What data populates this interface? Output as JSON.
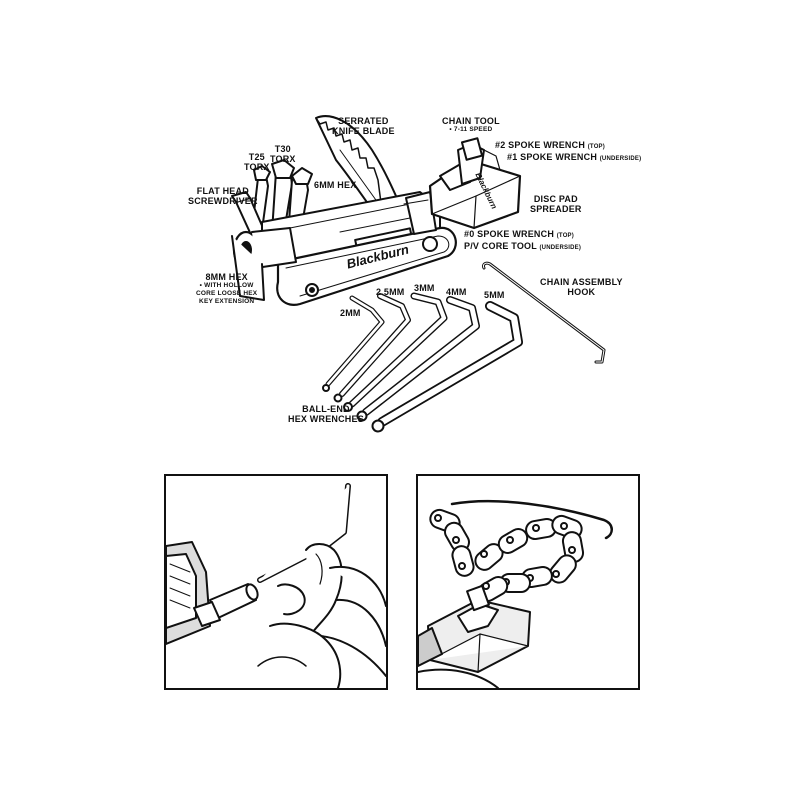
{
  "diagram": {
    "brand_logo": "Blackburn",
    "labels": {
      "serrated_knife_blade": [
        "SERRATED",
        "KNIFE BLADE"
      ],
      "chain_tool": "CHAIN TOOL",
      "chain_tool_note": "• 7-11 SPEED",
      "spoke_wrench_2": "#2 SPOKE WRENCH",
      "spoke_wrench_2_note": "(TOP)",
      "spoke_wrench_1": "#1 SPOKE WRENCH",
      "spoke_wrench_1_note": "(UNDERSIDE)",
      "t25_torx": [
        "T25",
        "TORX"
      ],
      "t30_torx": [
        "T30",
        "TORX"
      ],
      "hex_6mm": "6MM HEX",
      "flat_head": [
        "FLAT HEAD",
        "SCREWDRIVER"
      ],
      "disc_pad_spreader": [
        "DISC PAD",
        "SPREADER"
      ],
      "spoke_wrench_0": "#0 SPOKE WRENCH",
      "spoke_wrench_0_note": "(TOP)",
      "pv_core_tool": "P/V CORE TOOL",
      "pv_core_tool_note": "(UNDERSIDE)",
      "hex_8mm": "8MM HEX",
      "hex_8mm_note": [
        "• WITH HOLLOW",
        "CORE LOOSE HEX",
        "KEY EXTENSION"
      ],
      "chain_assembly_hook": [
        "CHAIN ASSEMBLY",
        "HOOK"
      ],
      "mm_2_5": "2.5MM",
      "mm_3": "3MM",
      "mm_4": "4MM",
      "mm_5": "5MM",
      "mm_2": "2MM",
      "ball_end": [
        "BALL-END",
        "HEX WRENCHES"
      ]
    }
  }
}
